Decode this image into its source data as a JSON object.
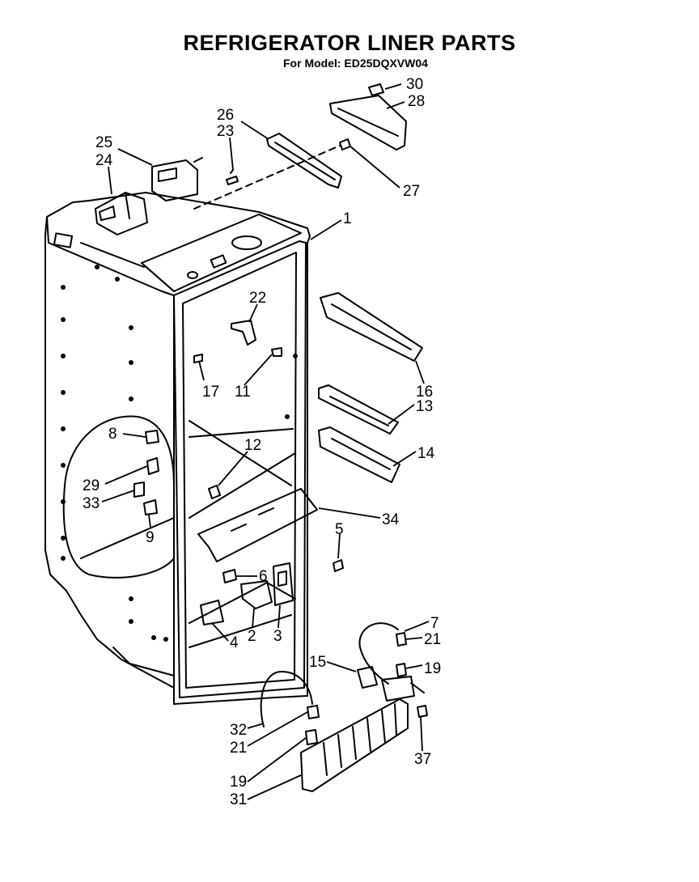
{
  "title": "REFRIGERATOR LINER PARTS",
  "subtitle": "For Model: ED25DQXVW04",
  "callouts": [
    {
      "id": "c30",
      "label": "30"
    },
    {
      "id": "c28",
      "label": "28"
    },
    {
      "id": "c26",
      "label": "26"
    },
    {
      "id": "c23",
      "label": "23"
    },
    {
      "id": "c25",
      "label": "25"
    },
    {
      "id": "c24",
      "label": "24"
    },
    {
      "id": "c27",
      "label": "27"
    },
    {
      "id": "c1",
      "label": "1"
    },
    {
      "id": "c22",
      "label": "22"
    },
    {
      "id": "c17",
      "label": "17"
    },
    {
      "id": "c11",
      "label": "11"
    },
    {
      "id": "c16",
      "label": "16"
    },
    {
      "id": "c13",
      "label": "13"
    },
    {
      "id": "c14",
      "label": "14"
    },
    {
      "id": "c12",
      "label": "12"
    },
    {
      "id": "c8",
      "label": "8"
    },
    {
      "id": "c29",
      "label": "29"
    },
    {
      "id": "c33",
      "label": "33"
    },
    {
      "id": "c9",
      "label": "9"
    },
    {
      "id": "c34",
      "label": "34"
    },
    {
      "id": "c5",
      "label": "5"
    },
    {
      "id": "c6",
      "label": "6"
    },
    {
      "id": "c2",
      "label": "2"
    },
    {
      "id": "c3",
      "label": "3"
    },
    {
      "id": "c4",
      "label": "4"
    },
    {
      "id": "c7",
      "label": "7"
    },
    {
      "id": "c21a",
      "label": "21"
    },
    {
      "id": "c19a",
      "label": "19"
    },
    {
      "id": "c15",
      "label": "15"
    },
    {
      "id": "c32",
      "label": "32"
    },
    {
      "id": "c21b",
      "label": "21"
    },
    {
      "id": "c37",
      "label": "37"
    },
    {
      "id": "c19b",
      "label": "19"
    },
    {
      "id": "c31",
      "label": "31"
    }
  ]
}
